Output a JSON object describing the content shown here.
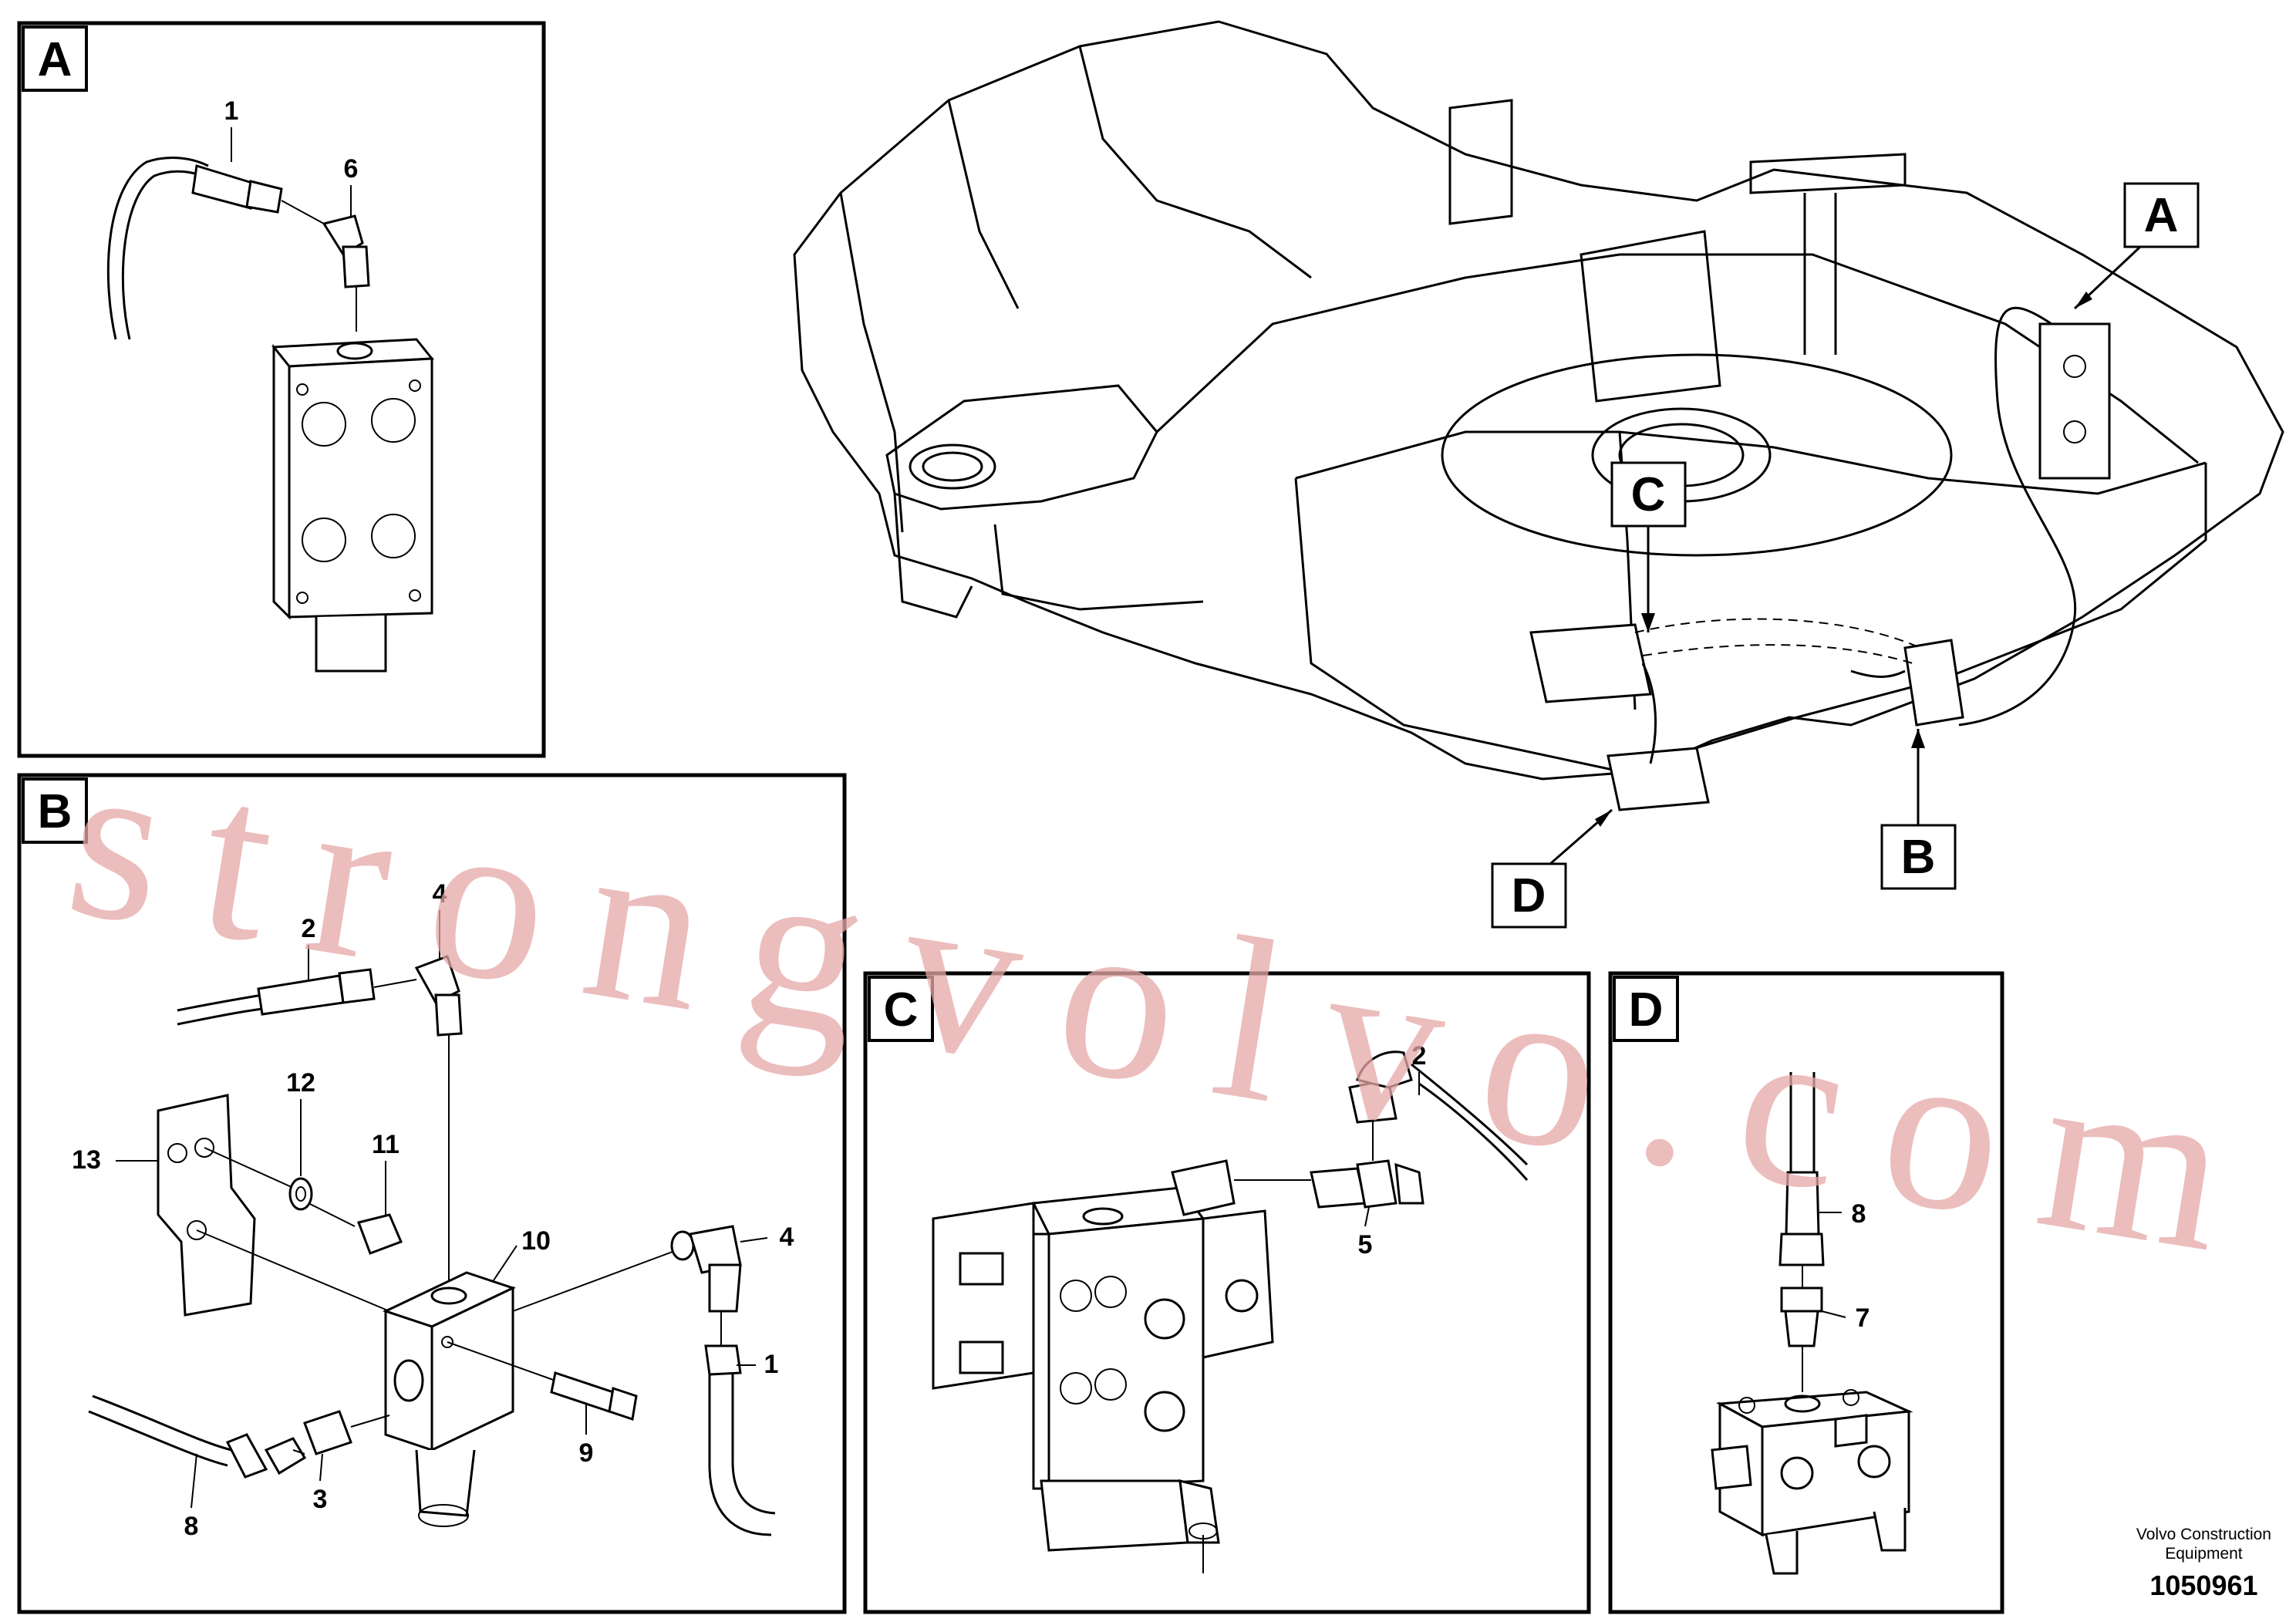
{
  "panels": {
    "A": {
      "label": "A",
      "callouts": [
        "1",
        "6"
      ]
    },
    "B": {
      "label": "B",
      "callouts": [
        "2",
        "4",
        "12",
        "11",
        "13",
        "10",
        "4",
        "1",
        "9",
        "3",
        "8"
      ]
    },
    "C": {
      "label": "C",
      "callouts": [
        "2",
        "5"
      ]
    },
    "D": {
      "label": "D",
      "callouts": [
        "8",
        "7"
      ]
    }
  },
  "overview_labels": {
    "A": "A",
    "B": "B",
    "C": "C",
    "D": "D"
  },
  "watermark": "strongvolvo.com",
  "footer": {
    "brand_line1": "Volvo Construction",
    "brand_line2": "Equipment",
    "drawing_number": "1050961"
  }
}
